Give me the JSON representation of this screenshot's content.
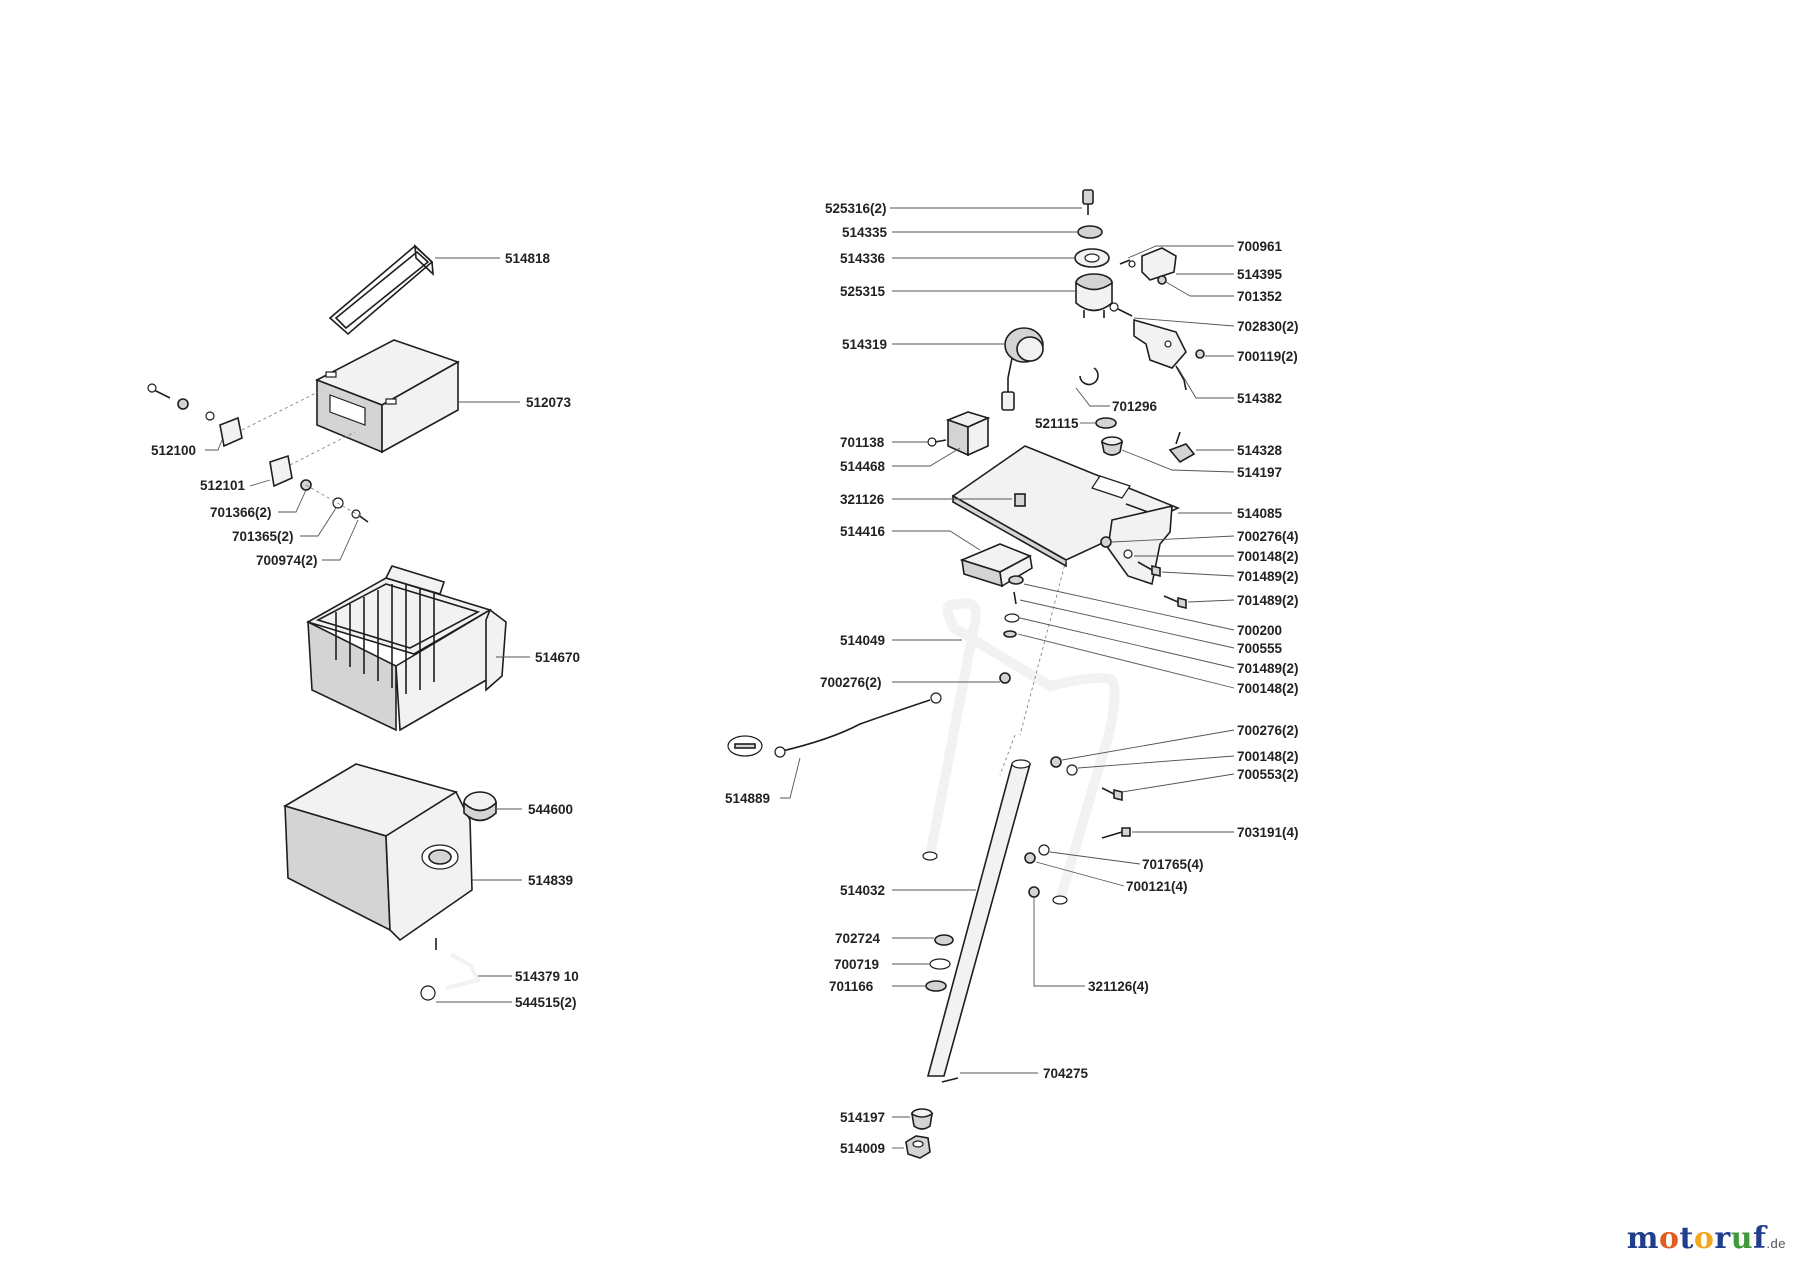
{
  "diagram": {
    "labels": {
      "l514818": "514818",
      "l512073": "512073",
      "l512100": "512100",
      "l512101": "512101",
      "l701366": "701366(2)",
      "l701365": "701365(2)",
      "l700974": "700974(2)",
      "l514670": "514670",
      "l544600": "544600",
      "l514839": "514839",
      "l514379": "514379 10",
      "l544515": "544515(2)",
      "l525316": "525316(2)",
      "l514335": "514335",
      "l514336": "514336",
      "l525315": "525315",
      "l514319": "514319",
      "l701138": "701138",
      "l514468": "514468",
      "l321126": "321126",
      "l514416": "514416",
      "l514049": "514049",
      "l700276b": "700276(2)",
      "l514889": "514889",
      "l514032": "514032",
      "l702724": "702724",
      "l700719": "700719",
      "l701166": "701166",
      "l514197b": "514197",
      "l514009": "514009",
      "l700961": "700961",
      "l514395": "514395",
      "l701352": "701352",
      "l702830": "702830(2)",
      "l700119": "700119(2)",
      "l701296": "701296",
      "l514382": "514382",
      "l521115": "521115",
      "l514328": "514328",
      "l514197a": "514197",
      "l514085": "514085",
      "l700276a": "700276(4)",
      "l700148a": "700148(2)",
      "l701489a": "701489(2)",
      "l701489b": "701489(2)",
      "l700200": "700200",
      "l700555": "700555",
      "l701489c": "701489(2)",
      "l700148b": "700148(2)",
      "l700276c": "700276(2)",
      "l700148c": "700148(2)",
      "l700553": "700553(2)",
      "l703191": "703191(4)",
      "l701765": "701765(4)",
      "l700121": "700121(4)",
      "l321126b": "321126(4)",
      "l704275": "704275"
    }
  },
  "watermark": {
    "letters": [
      {
        "ch": "m",
        "color": "#1f3e8c"
      },
      {
        "ch": "o",
        "color": "#e35a1d"
      },
      {
        "ch": "t",
        "color": "#1f3e8c"
      },
      {
        "ch": "o",
        "color": "#f1a81c"
      },
      {
        "ch": "r",
        "color": "#1f3e8c"
      },
      {
        "ch": "u",
        "color": "#3f9b3a"
      },
      {
        "ch": "f",
        "color": "#1f3e8c"
      }
    ],
    "suffix": ".de"
  }
}
